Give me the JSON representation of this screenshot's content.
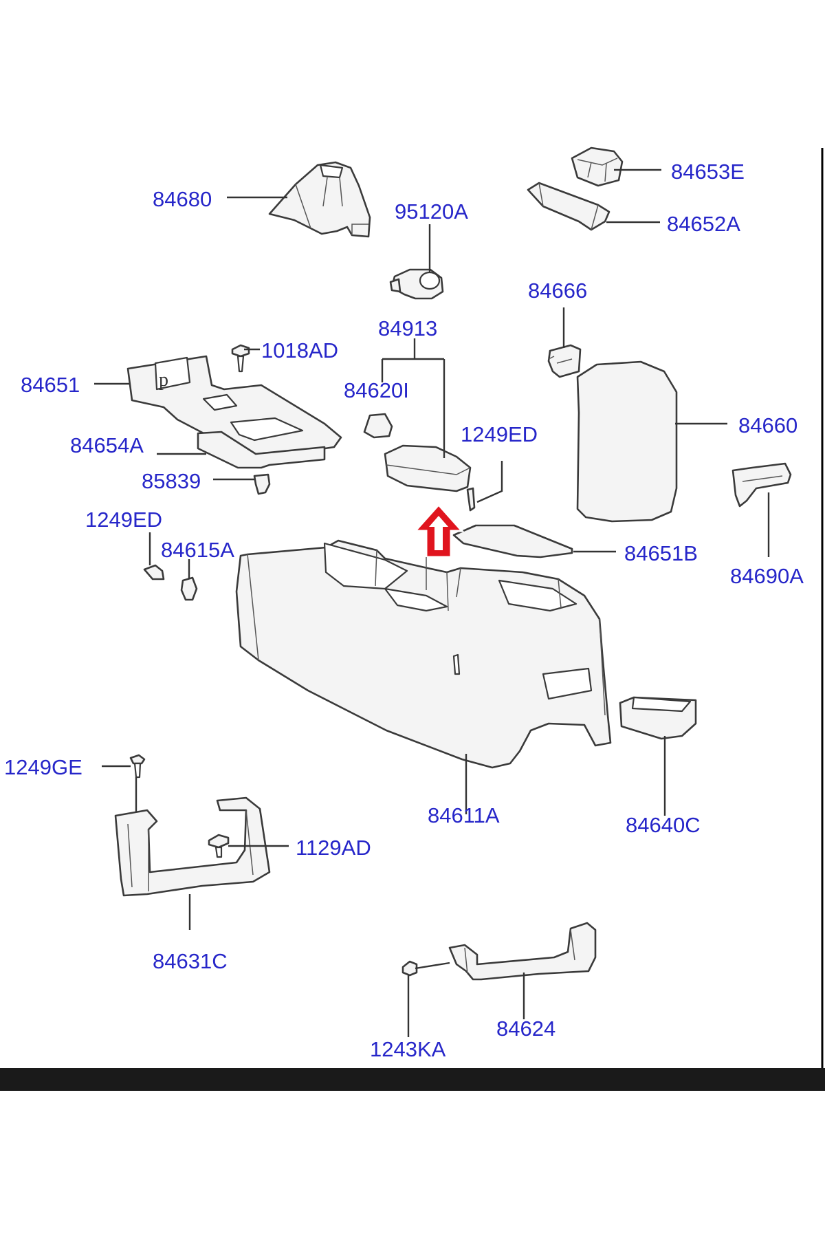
{
  "diagram": {
    "labels": {
      "p84680": "84680",
      "p84653E": "84653E",
      "p84652A": "84652A",
      "p95120A": "95120A",
      "p84666": "84666",
      "p84913": "84913",
      "p1018AD": "1018AD",
      "p84651": "84651",
      "p84620I": "84620I",
      "p84660": "84660",
      "p1249ED_right": "1249ED",
      "p84654A": "84654A",
      "p85839": "85839",
      "p1249ED_left": "1249ED",
      "p84615A": "84615A",
      "p84651B": "84651B",
      "p84690A": "84690A",
      "p1249GE": "1249GE",
      "p84611A": "84611A",
      "p84640C": "84640C",
      "p1129AD": "1129AD",
      "p84631C": "84631C",
      "p84624": "84624",
      "p1243KA": "1243KA"
    },
    "colors": {
      "label": "#2626c9",
      "highlight_arrow": "#e0141e",
      "frame_border": "#000000",
      "bottom_bar": "#1a1a1a"
    }
  }
}
